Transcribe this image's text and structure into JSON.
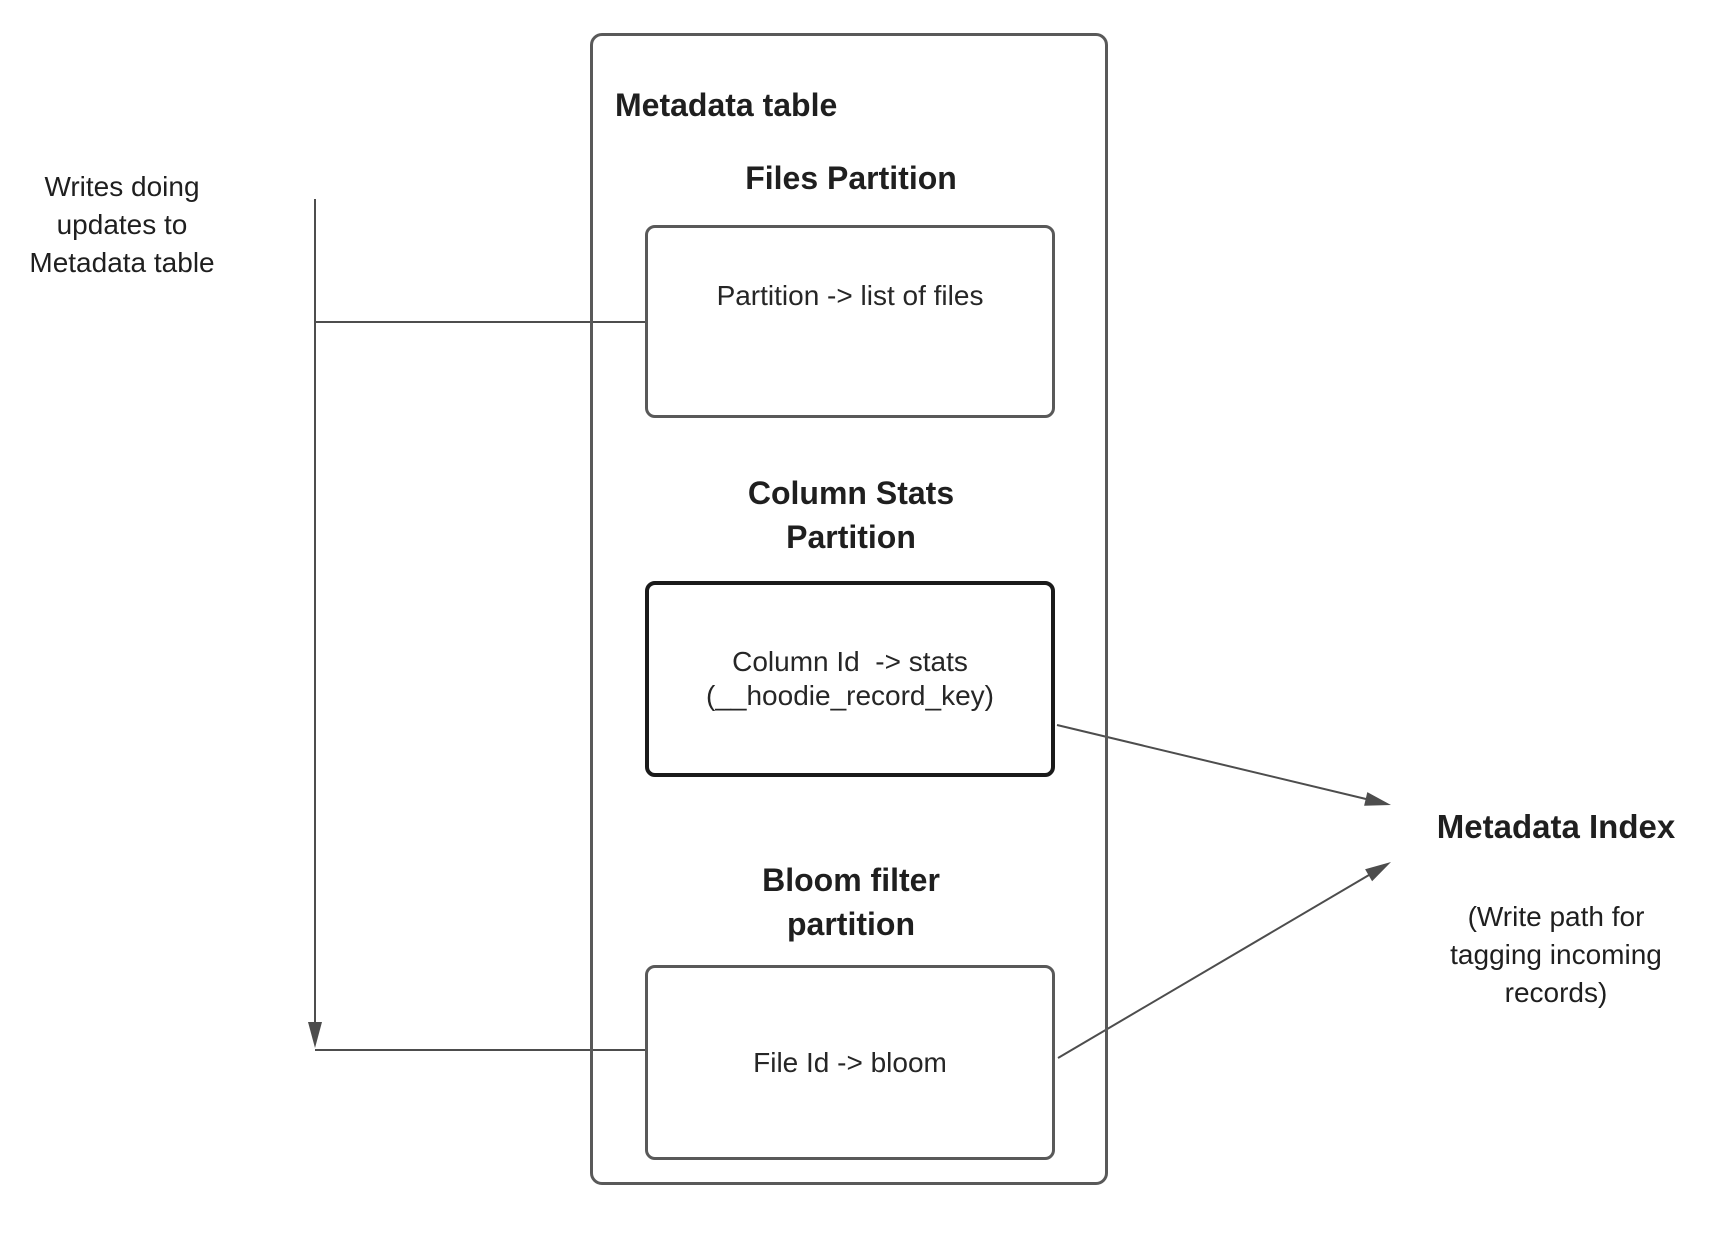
{
  "colors": {
    "background": "#ffffff",
    "box_border": "#595959",
    "emphasis_border": "#1a1a1a",
    "connector": "#4d4d4d",
    "text": "#1f1f1f"
  },
  "writes_note": {
    "text": "Writes doing updates to Metadata table"
  },
  "metadata_table": {
    "title": "Metadata table",
    "files_partition": {
      "title": "Files Partition",
      "body": "Partition -> list of files"
    },
    "column_stats_partition": {
      "title": "Column Stats Partition",
      "body": "Column Id  -> stats\n(__hoodie_record_key)"
    },
    "bloom_filter_partition": {
      "title": "Bloom filter partition",
      "body": "File Id -> bloom"
    }
  },
  "metadata_index": {
    "title": "Metadata Index",
    "subtitle": "(Write path for tagging incoming records)"
  }
}
